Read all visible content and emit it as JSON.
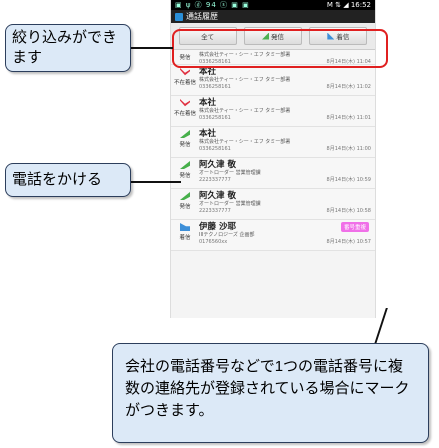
{
  "status": {
    "icons": "▣ ψ ⓓ 94 ⓢ ▣ ▣",
    "right": "M ⇅ ◢ 16:52"
  },
  "app": {
    "title": "通話履歴"
  },
  "filters": [
    {
      "label": "全て"
    },
    {
      "label": "発信"
    },
    {
      "label": "着信"
    }
  ],
  "calls": [
    {
      "type": "発信",
      "name": "",
      "company": "株式会社ティー・シー・エフ タミー部署",
      "number": "0336258161",
      "date": "8月14日(木) 11:04",
      "arrow": "out"
    },
    {
      "type": "不在着信",
      "name": "本社",
      "company": "株式会社ティー・シー・エフ タミー部署",
      "number": "0336258161",
      "date": "8月14日(木) 11:02",
      "arrow": "missed"
    },
    {
      "type": "不在着信",
      "name": "本社",
      "company": "株式会社ティー・シー・エフ タミー部署",
      "number": "0336258161",
      "date": "8月14日(木) 11:01",
      "arrow": "missed"
    },
    {
      "type": "発信",
      "name": "本社",
      "company": "株式会社ティー・シー・エフ タミー部署",
      "number": "0336258161",
      "date": "8月14日(木) 11:00",
      "arrow": "out"
    },
    {
      "type": "発信",
      "name": "阿久津 敬",
      "company": "オートローダー 営業管理課",
      "number": "2223337777",
      "date": "8月14日(木) 10:59",
      "arrow": "out"
    },
    {
      "type": "発信",
      "name": "阿久津 敬",
      "company": "オートローダー 営業管理課",
      "number": "2223337777",
      "date": "8月14日(木) 10:58",
      "arrow": "out"
    },
    {
      "type": "着信",
      "name": "伊藤 沙耶",
      "company": "IIIテクノロジーズ 企画部",
      "number": "0176560xx",
      "date": "8月14日(木) 10:57",
      "arrow": "in",
      "badge": "番号重複"
    }
  ],
  "callouts": {
    "filter": "絞り込みができます",
    "call": "電話をかける",
    "duplicate": "会社の電話番号などで1つの電話番号に複数の連絡先が登録されている場合にマークがつきます。"
  }
}
